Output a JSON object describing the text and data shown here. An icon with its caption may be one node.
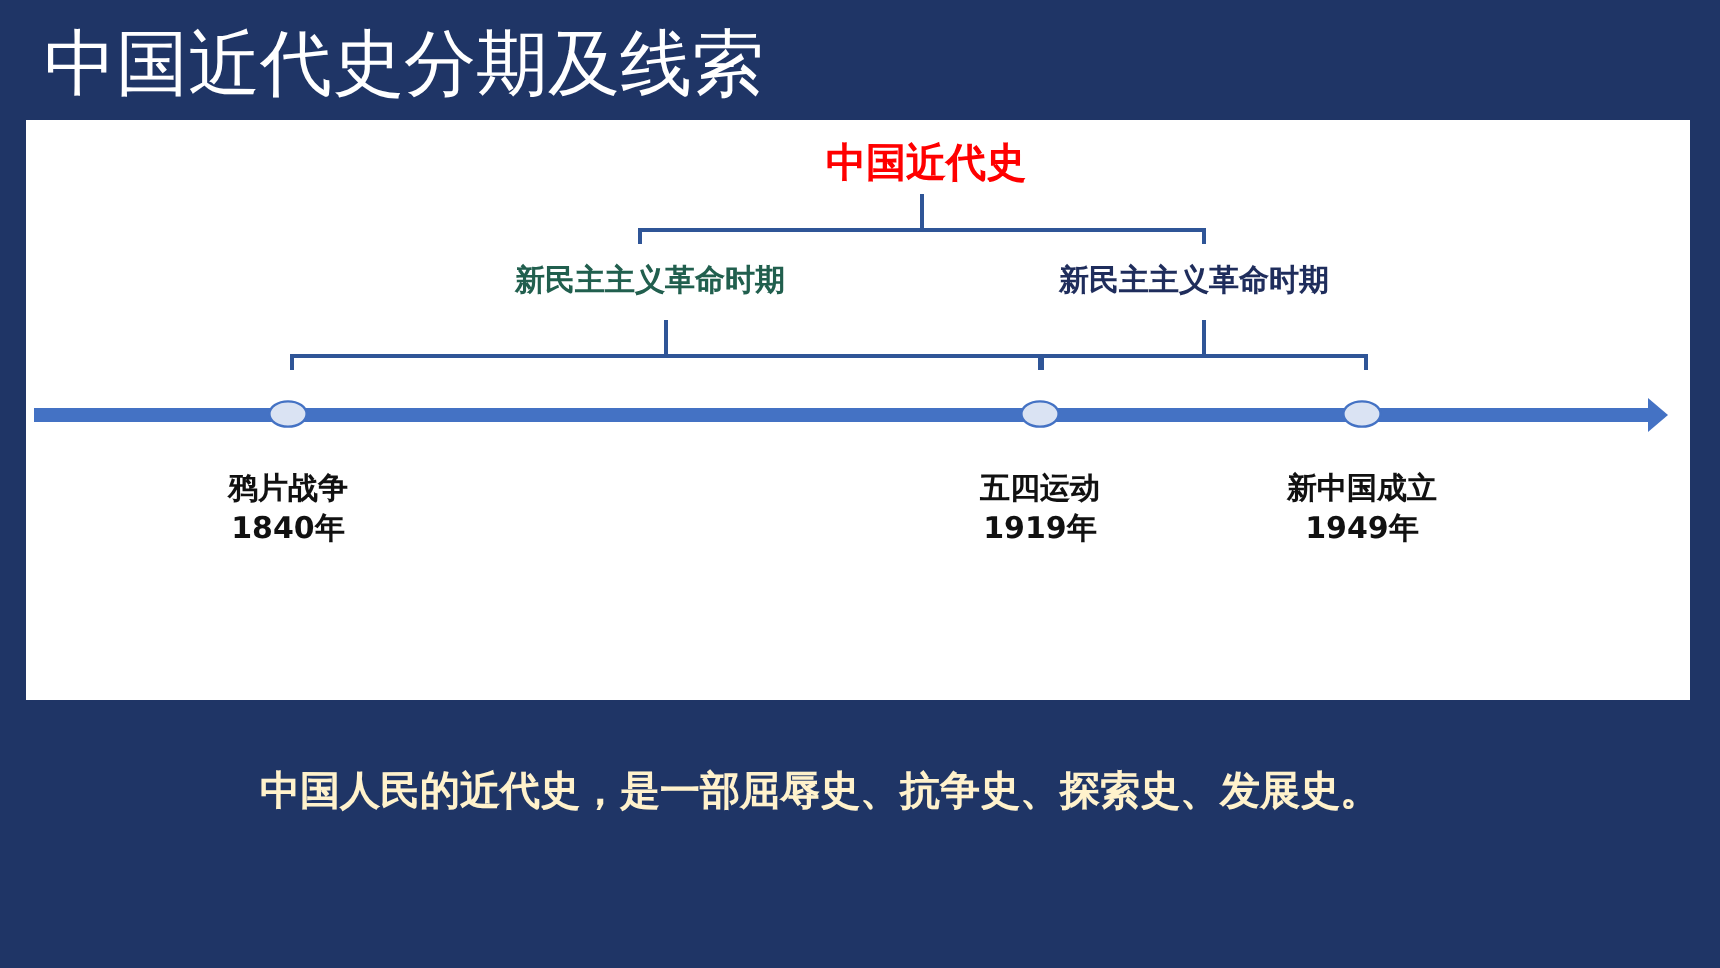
{
  "diagram": {
    "title": "中国近代史分期及线索",
    "caption": "中国人民的近代史，是一部屈辱史、抗争史、探索史、发展史。",
    "nodes": [
      {
        "text": [],
        "shape": "circle",
        "beside": [
          "鸦片战争",
          "1840年"
        ]
      },
      {
        "text": [],
        "shape": "circle",
        "beside": [
          "五四运动",
          "1919年"
        ]
      },
      {
        "text": [],
        "shape": "circle",
        "beside": [
          "新中国成立",
          "1949年"
        ]
      }
    ],
    "edges": [],
    "labels": [
      "中国近代史",
      "新民主主义革命时期",
      "新民主主义革命时期"
    ]
  }
}
